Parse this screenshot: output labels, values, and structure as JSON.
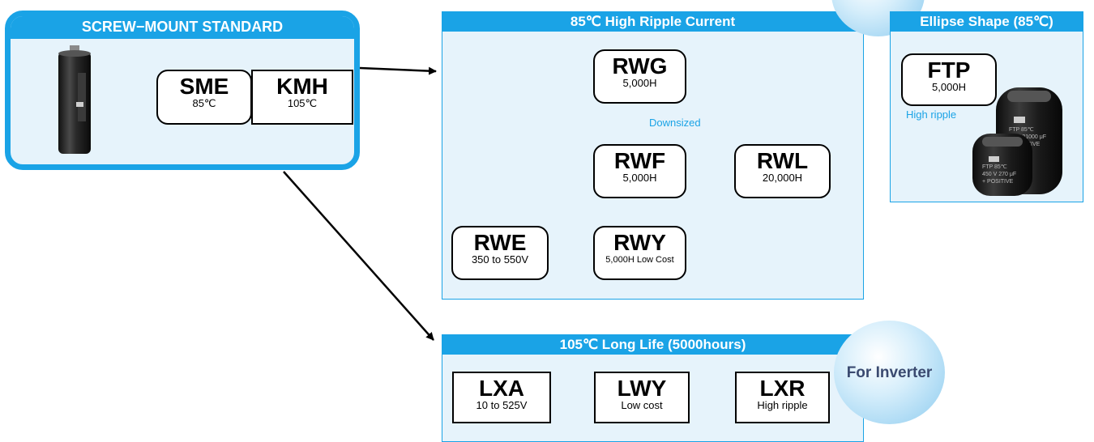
{
  "standard": {
    "header": "SCREW−MOUNT STANDARD",
    "sme": {
      "name": "SME",
      "sub": "85℃"
    },
    "kmh": {
      "name": "KMH",
      "sub": "105℃"
    }
  },
  "high_ripple": {
    "header": "85℃ High Ripple Current",
    "rwg": {
      "name": "RWG",
      "sub": "5,000H"
    },
    "rwf": {
      "name": "RWF",
      "sub": "5,000H"
    },
    "rwl": {
      "name": "RWL",
      "sub": "20,000H"
    },
    "rwe": {
      "name": "RWE",
      "sub": "350 to 550V"
    },
    "rwy": {
      "name": "RWY",
      "sub": "5,000H Low Cost"
    },
    "downsized": "Downsized"
  },
  "ellipse": {
    "header": "Ellipse Shape (85℃)",
    "ftp": {
      "name": "FTP",
      "sub": "5,000H"
    },
    "note": "High ripple",
    "cap_small_lines": [
      "FTP 85℃",
      "450 V 270 μF",
      "+ POSITIVE"
    ],
    "cap_large_lines": [
      "FTP 85℃",
      "63 V 21000 μF",
      "+ POSITIVE"
    ]
  },
  "long_life": {
    "header": "105℃ Long Life (5000hours)",
    "lxa": {
      "name": "LXA",
      "sub": "10 to 525V"
    },
    "lwy": {
      "name": "LWY",
      "sub": "Low cost"
    },
    "lxr": {
      "name": "LXR",
      "sub": "High ripple"
    }
  },
  "bubble_label": "For Inverter",
  "colors": {
    "accent": "#1aa3e6",
    "panel_bg": "#e6f3fb"
  }
}
